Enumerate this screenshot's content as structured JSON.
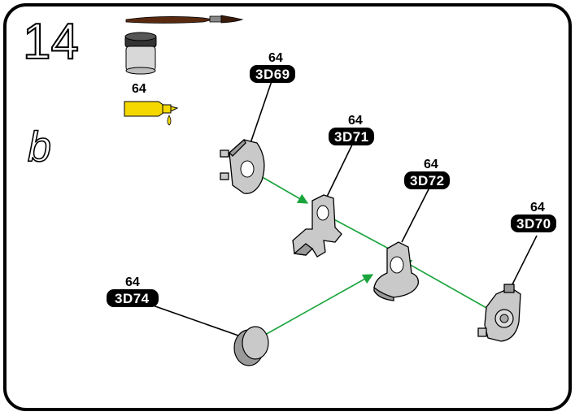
{
  "step": {
    "number": "14",
    "sub_letter": "b"
  },
  "supplies": {
    "paint_label": "64",
    "paint_icons": [
      "paintbrush-icon",
      "paint-pot-icon",
      "glue-tube-icon"
    ],
    "glue_color": "#f5d800",
    "brush_color": "#5a2a10"
  },
  "parts": [
    {
      "id": "3D69",
      "qty": "64"
    },
    {
      "id": "3D71",
      "qty": "64"
    },
    {
      "id": "3D72",
      "qty": "64"
    },
    {
      "id": "3D70",
      "qty": "64"
    },
    {
      "id": "3D74",
      "qty": "64"
    }
  ],
  "colors": {
    "arrow": "#1aa43c",
    "label_bg": "#000000",
    "part_fill": "#c9c9c9"
  }
}
